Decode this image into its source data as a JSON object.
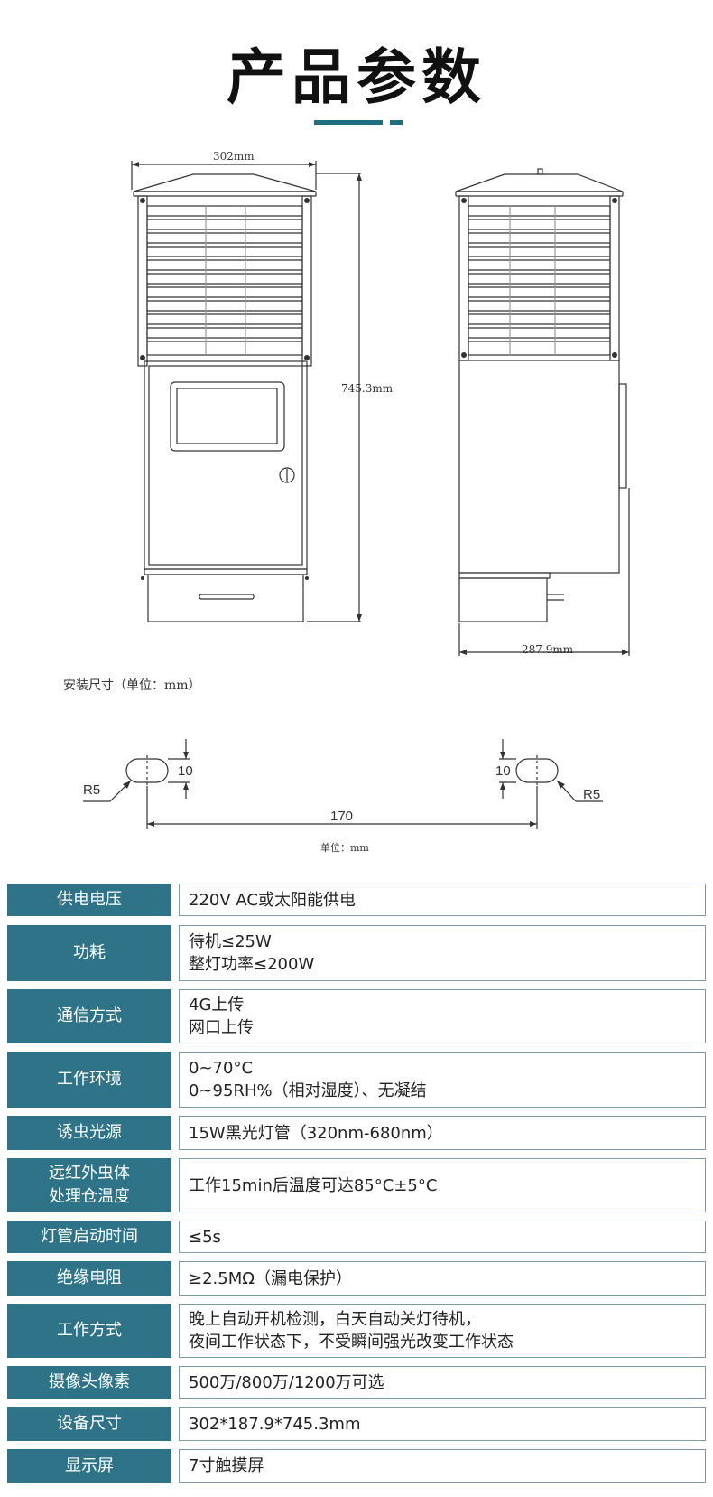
{
  "header": {
    "title": "产品参数"
  },
  "drawing": {
    "width_label": "302mm",
    "height_label": "745.3mm",
    "depth_label": "287.9mm",
    "install_caption": "安装尺寸（单位：mm）",
    "slot_height_left": "10",
    "slot_height_right": "10",
    "radius_left": "R5",
    "radius_right": "R5",
    "spacing": "170",
    "unit_caption": "单位：mm"
  },
  "specs": [
    {
      "label": "供电电压",
      "values": [
        "220V AC或太阳能供电"
      ]
    },
    {
      "label": "功耗",
      "values": [
        "待机≤25W",
        "整灯功率≤200W"
      ]
    },
    {
      "label": "通信方式",
      "values": [
        "4G上传",
        "网口上传"
      ]
    },
    {
      "label": "工作环境",
      "values": [
        "0~70°C",
        "0~95RH%（相对湿度）、无凝结"
      ]
    },
    {
      "label": "诱虫光源",
      "values": [
        "15W黑光灯管（320nm-680nm）"
      ]
    },
    {
      "label": "远红外虫体处理仓温度",
      "label_lines": [
        "远红外虫体",
        "处理仓温度"
      ],
      "values": [
        "工作15min后温度可达85°C±5°C"
      ]
    },
    {
      "label": "灯管启动时间",
      "values": [
        "≤5s"
      ]
    },
    {
      "label": "绝缘电阻",
      "values": [
        "≥2.5MΩ（漏电保护）"
      ]
    },
    {
      "label": "工作方式",
      "values": [
        "晚上自动开机检测，白天自动关灯待机，",
        "夜间工作状态下，不受瞬间强光改变工作状态"
      ]
    },
    {
      "label": "摄像头像素",
      "values": [
        "500万/800万/1200万可选"
      ]
    },
    {
      "label": "设备尺寸",
      "values": [
        "302*187.9*745.3mm"
      ]
    },
    {
      "label": "显示屏",
      "values": [
        "7寸触摸屏"
      ]
    }
  ]
}
